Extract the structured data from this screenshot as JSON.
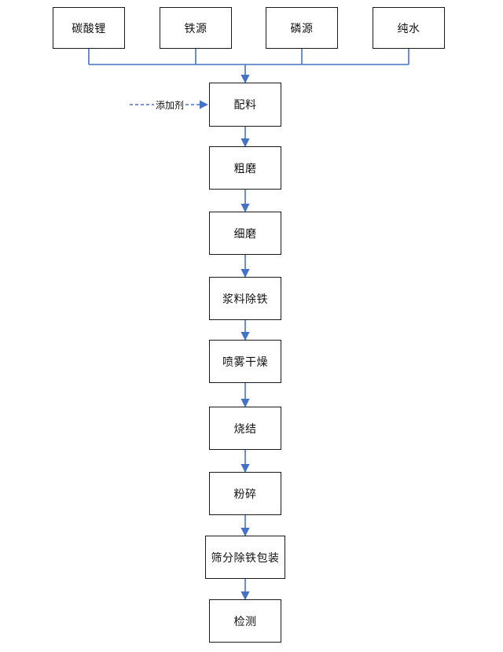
{
  "diagram": {
    "inputs": [
      {
        "id": "lithium-carbonate",
        "label": "碳酸锂"
      },
      {
        "id": "iron-source",
        "label": "铁源"
      },
      {
        "id": "phosphorus-source",
        "label": "磷源"
      },
      {
        "id": "pure-water",
        "label": "纯水"
      }
    ],
    "additive": {
      "label": "添加剂"
    },
    "steps": [
      {
        "id": "batching",
        "label": "配料"
      },
      {
        "id": "coarse-grinding",
        "label": "粗磨"
      },
      {
        "id": "fine-grinding",
        "label": "细磨"
      },
      {
        "id": "slurry-iron-removal",
        "label": "浆料除铁"
      },
      {
        "id": "spray-drying",
        "label": "喷雾干燥"
      },
      {
        "id": "sintering",
        "label": "烧结"
      },
      {
        "id": "crushing",
        "label": "粉碎"
      },
      {
        "id": "sieving-iron-removal-packaging",
        "label": "筛分除铁包装"
      },
      {
        "id": "inspection",
        "label": "检测"
      }
    ],
    "colors": {
      "box_border": "#1a1a1a",
      "connector": "#4472c4"
    }
  }
}
